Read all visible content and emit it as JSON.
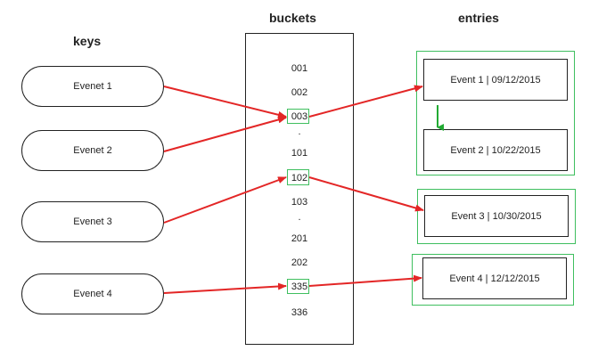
{
  "headings": {
    "keys": "keys",
    "buckets": "buckets",
    "entries": "entries"
  },
  "keys": [
    "Evenet 1",
    "Evenet 2",
    "Evenet 3",
    "Evenet 4"
  ],
  "buckets": [
    {
      "label": "001",
      "highlight": false
    },
    {
      "label": "002",
      "highlight": false
    },
    {
      "label": "003",
      "highlight": true
    },
    {
      "label": ".",
      "highlight": false
    },
    {
      "label": "101",
      "highlight": false
    },
    {
      "label": "102",
      "highlight": true
    },
    {
      "label": "103",
      "highlight": false
    },
    {
      "label": ".",
      "highlight": false
    },
    {
      "label": "201",
      "highlight": false
    },
    {
      "label": "202",
      "highlight": false
    },
    {
      "label": "335",
      "highlight": true
    },
    {
      "label": "336",
      "highlight": false
    }
  ],
  "entry_groups": [
    [
      "Event 1 | 09/12/2015",
      "Event 2 | 10/22/2015"
    ],
    [
      "Event 3 | 10/30/2015"
    ],
    [
      "Event 4 | 12/12/2015"
    ]
  ],
  "colors": {
    "arrow": "#e32626",
    "chain_arrow": "#22aa33",
    "highlight_border": "#3fbf5f"
  }
}
